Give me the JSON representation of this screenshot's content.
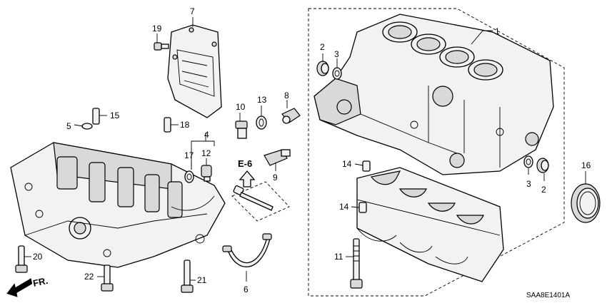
{
  "callouts": {
    "c1": "1",
    "c2a": "2",
    "c2b": "2",
    "c3a": "3",
    "c3b": "3",
    "c4": "4",
    "c5": "5",
    "c6": "6",
    "c7": "7",
    "c8": "8",
    "c9": "9",
    "c10": "10",
    "c11": "11",
    "c12": "12",
    "c13": "13",
    "c14a": "14",
    "c14b": "14",
    "c15": "15",
    "c16": "16",
    "c17": "17",
    "c18": "18",
    "c19": "19",
    "c20": "20",
    "c21": "21",
    "c22": "22"
  },
  "ref_marker": "E-6",
  "front_marker": "FR.",
  "diagram_code": "SAA8E1401A"
}
